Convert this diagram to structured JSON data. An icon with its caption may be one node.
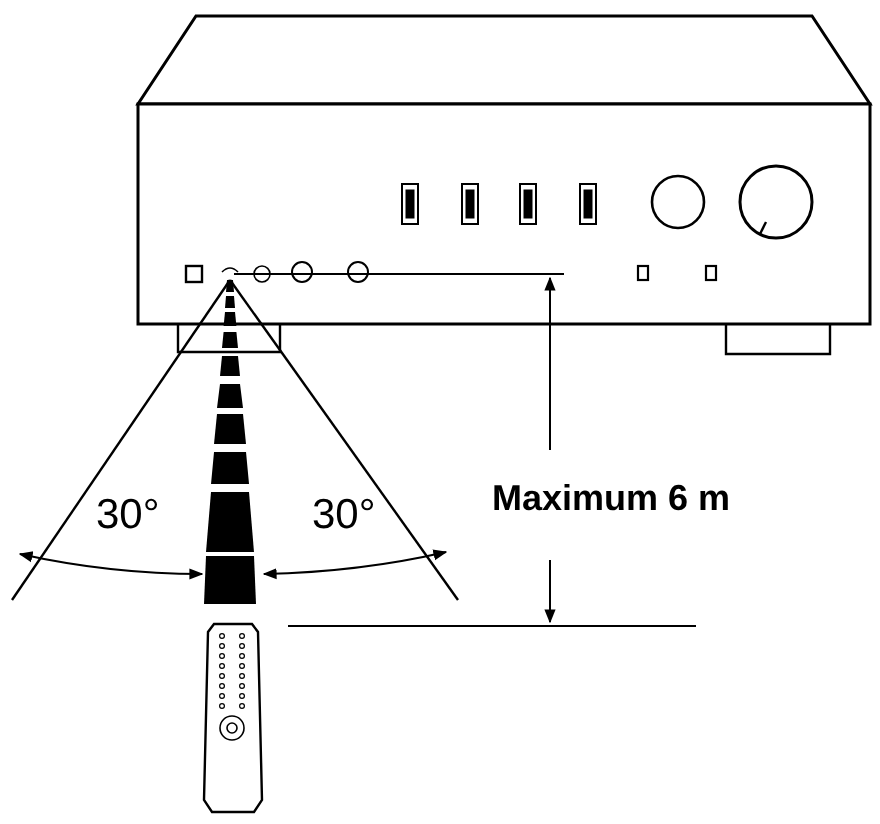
{
  "diagram": {
    "labels": [
      "30°",
      "30°",
      "Maximum 6 m"
    ]
  }
}
